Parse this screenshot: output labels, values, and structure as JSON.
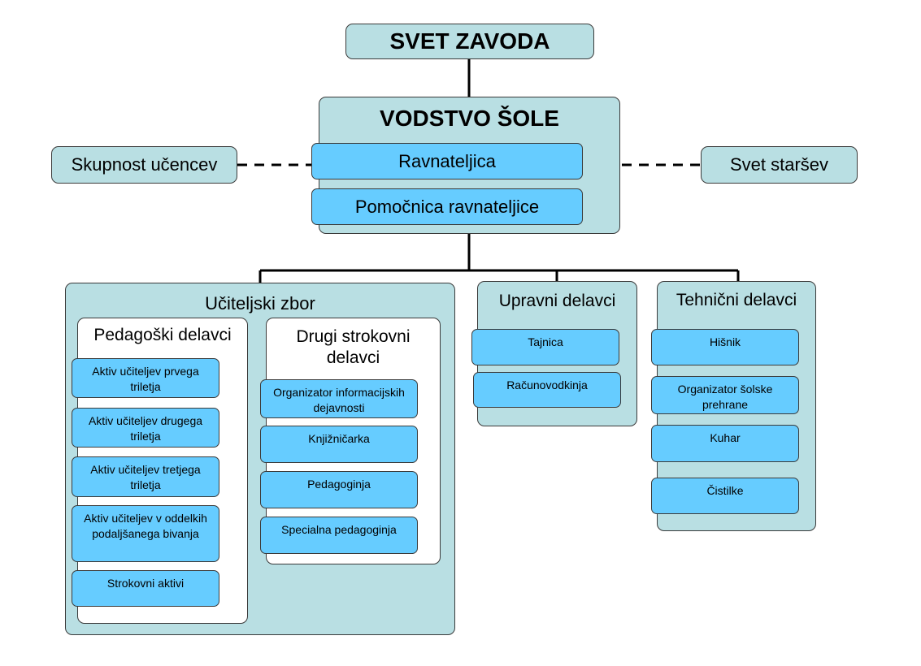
{
  "top": {
    "svet_zavoda": "SVET ZAVODA"
  },
  "leadership": {
    "title": "VODSTVO ŠOLE",
    "ravnateljica": "Ravnateljica",
    "pomocnica": "Pomočnica ravnateljice"
  },
  "side": {
    "skupnost": "Skupnost učencev",
    "svet_starsev": "Svet staršev"
  },
  "uciteljski": {
    "title": "Učiteljski zbor",
    "pedagoski": {
      "title": "Pedagoški delavci",
      "items": [
        "Aktiv učiteljev prvega triletja",
        "Aktiv učiteljev drugega triletja",
        "Aktiv učiteljev tretjega triletja",
        "Aktiv učiteljev v oddelkih podaljšanega bivanja",
        "Strokovni aktivi"
      ]
    },
    "drugi": {
      "title": "Drugi strokovni delavci",
      "items": [
        "Organizator informacijskih dejavnosti",
        "Knjižničarka",
        "Pedagoginja",
        "Specialna pedagoginja"
      ]
    }
  },
  "upravni": {
    "title": "Upravni delavci",
    "items": [
      "Tajnica",
      "Računovodkinja"
    ]
  },
  "tehnicni": {
    "title": "Tehnični delavci",
    "items": [
      "Hišnik",
      "Organizator šolske prehrane",
      "Kuhar",
      "Čistilke"
    ]
  },
  "colors": {
    "group_fill": "#b9dfe3",
    "item_fill": "#66ccff",
    "line": "#000000"
  }
}
